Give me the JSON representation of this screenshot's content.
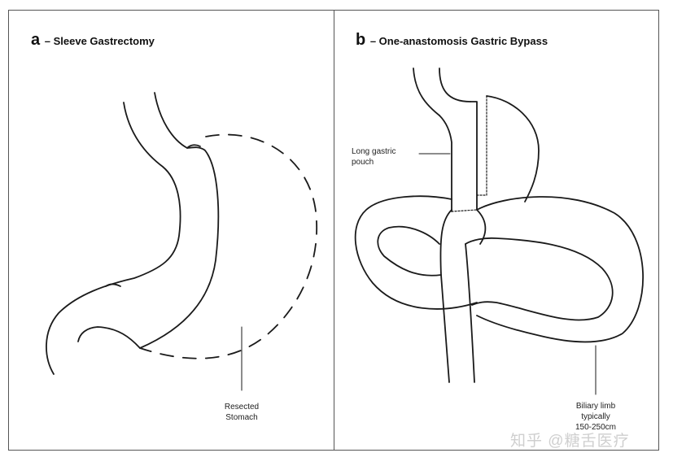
{
  "panel_a": {
    "letter": "a",
    "title": "– Sleeve Gastrectomy",
    "callout": "Resected\nStomach"
  },
  "panel_b": {
    "letter": "b",
    "title": "– One-anastomosis  Gastric Bypass",
    "callout_pouch": "Long gastric\npouch",
    "callout_limb": "Biliary limb\ntypically\n150-250cm"
  },
  "watermark": "知乎 @糖舌医疗",
  "colors": {
    "line": "#1a1a1a",
    "frame": "#555555"
  }
}
